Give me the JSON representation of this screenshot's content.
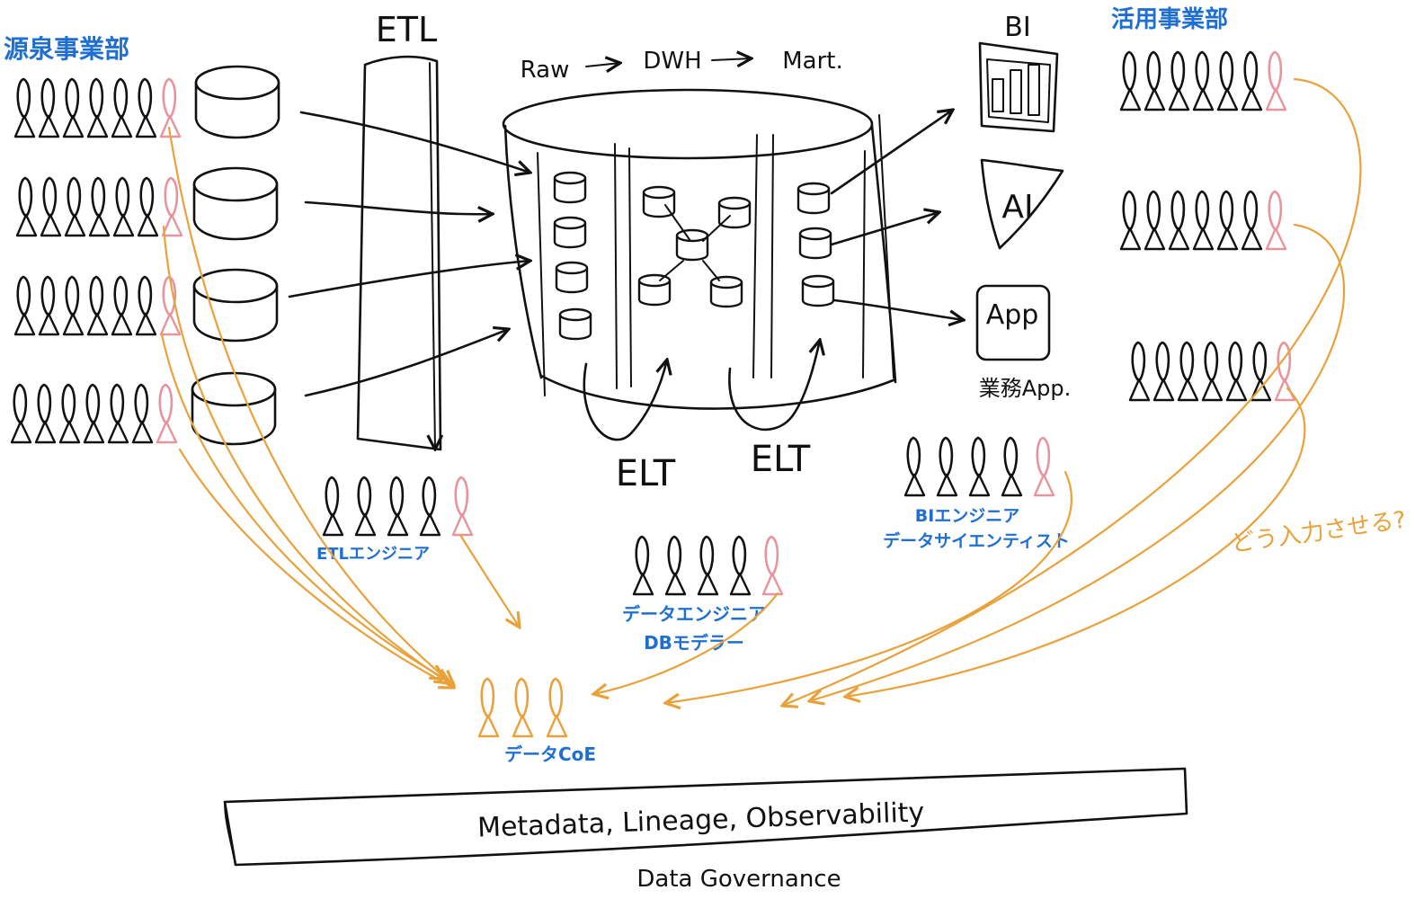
{
  "labels": {
    "source_dept": "源泉事業部",
    "etl": "ETL",
    "raw": "Raw",
    "dwh": "DWH",
    "mart": "Mart.",
    "bi": "BI",
    "consumer_dept": "活用事業部",
    "ai": "AI",
    "app": "App",
    "app_caption": "業務App.",
    "elt_left": "ELT",
    "elt_right": "ELT"
  },
  "roles": {
    "etl_engineer": "ETLエンジニア",
    "data_engineer": "データエンジニア",
    "db_modeler": "DBモデラー",
    "bi_engineer": "BIエンジニア",
    "data_scientist": "データサイエンティスト",
    "data_coe": "データCoE"
  },
  "question": "どう入力させる?",
  "foundation": {
    "banner": "Metadata, Lineage, Observability",
    "caption": "Data Governance"
  },
  "people": {
    "source_row_1": {
      "people": 6,
      "highlighted": 1
    },
    "source_row_2": {
      "people": 6,
      "highlighted": 1
    },
    "source_row_3": {
      "people": 6,
      "highlighted": 1
    },
    "source_row_4": {
      "people": 6,
      "highlighted": 1
    },
    "consumer_row_1": {
      "people": 6,
      "highlighted": 1
    },
    "consumer_row_2": {
      "people": 6,
      "highlighted": 1
    },
    "consumer_row_3": {
      "people": 6,
      "highlighted": 1
    },
    "etl_engineers": {
      "people": 4,
      "highlighted": 1
    },
    "data_engineers": {
      "people": 4,
      "highlighted": 1
    },
    "bi_engineers": {
      "people": 4,
      "highlighted": 1
    },
    "data_coe": {
      "people": 0,
      "highlighted": 3
    }
  },
  "colors": {
    "ink": "#111111",
    "highlight": "#e8949c",
    "coe": "#e9a23b",
    "label": "#1f6fd1"
  }
}
